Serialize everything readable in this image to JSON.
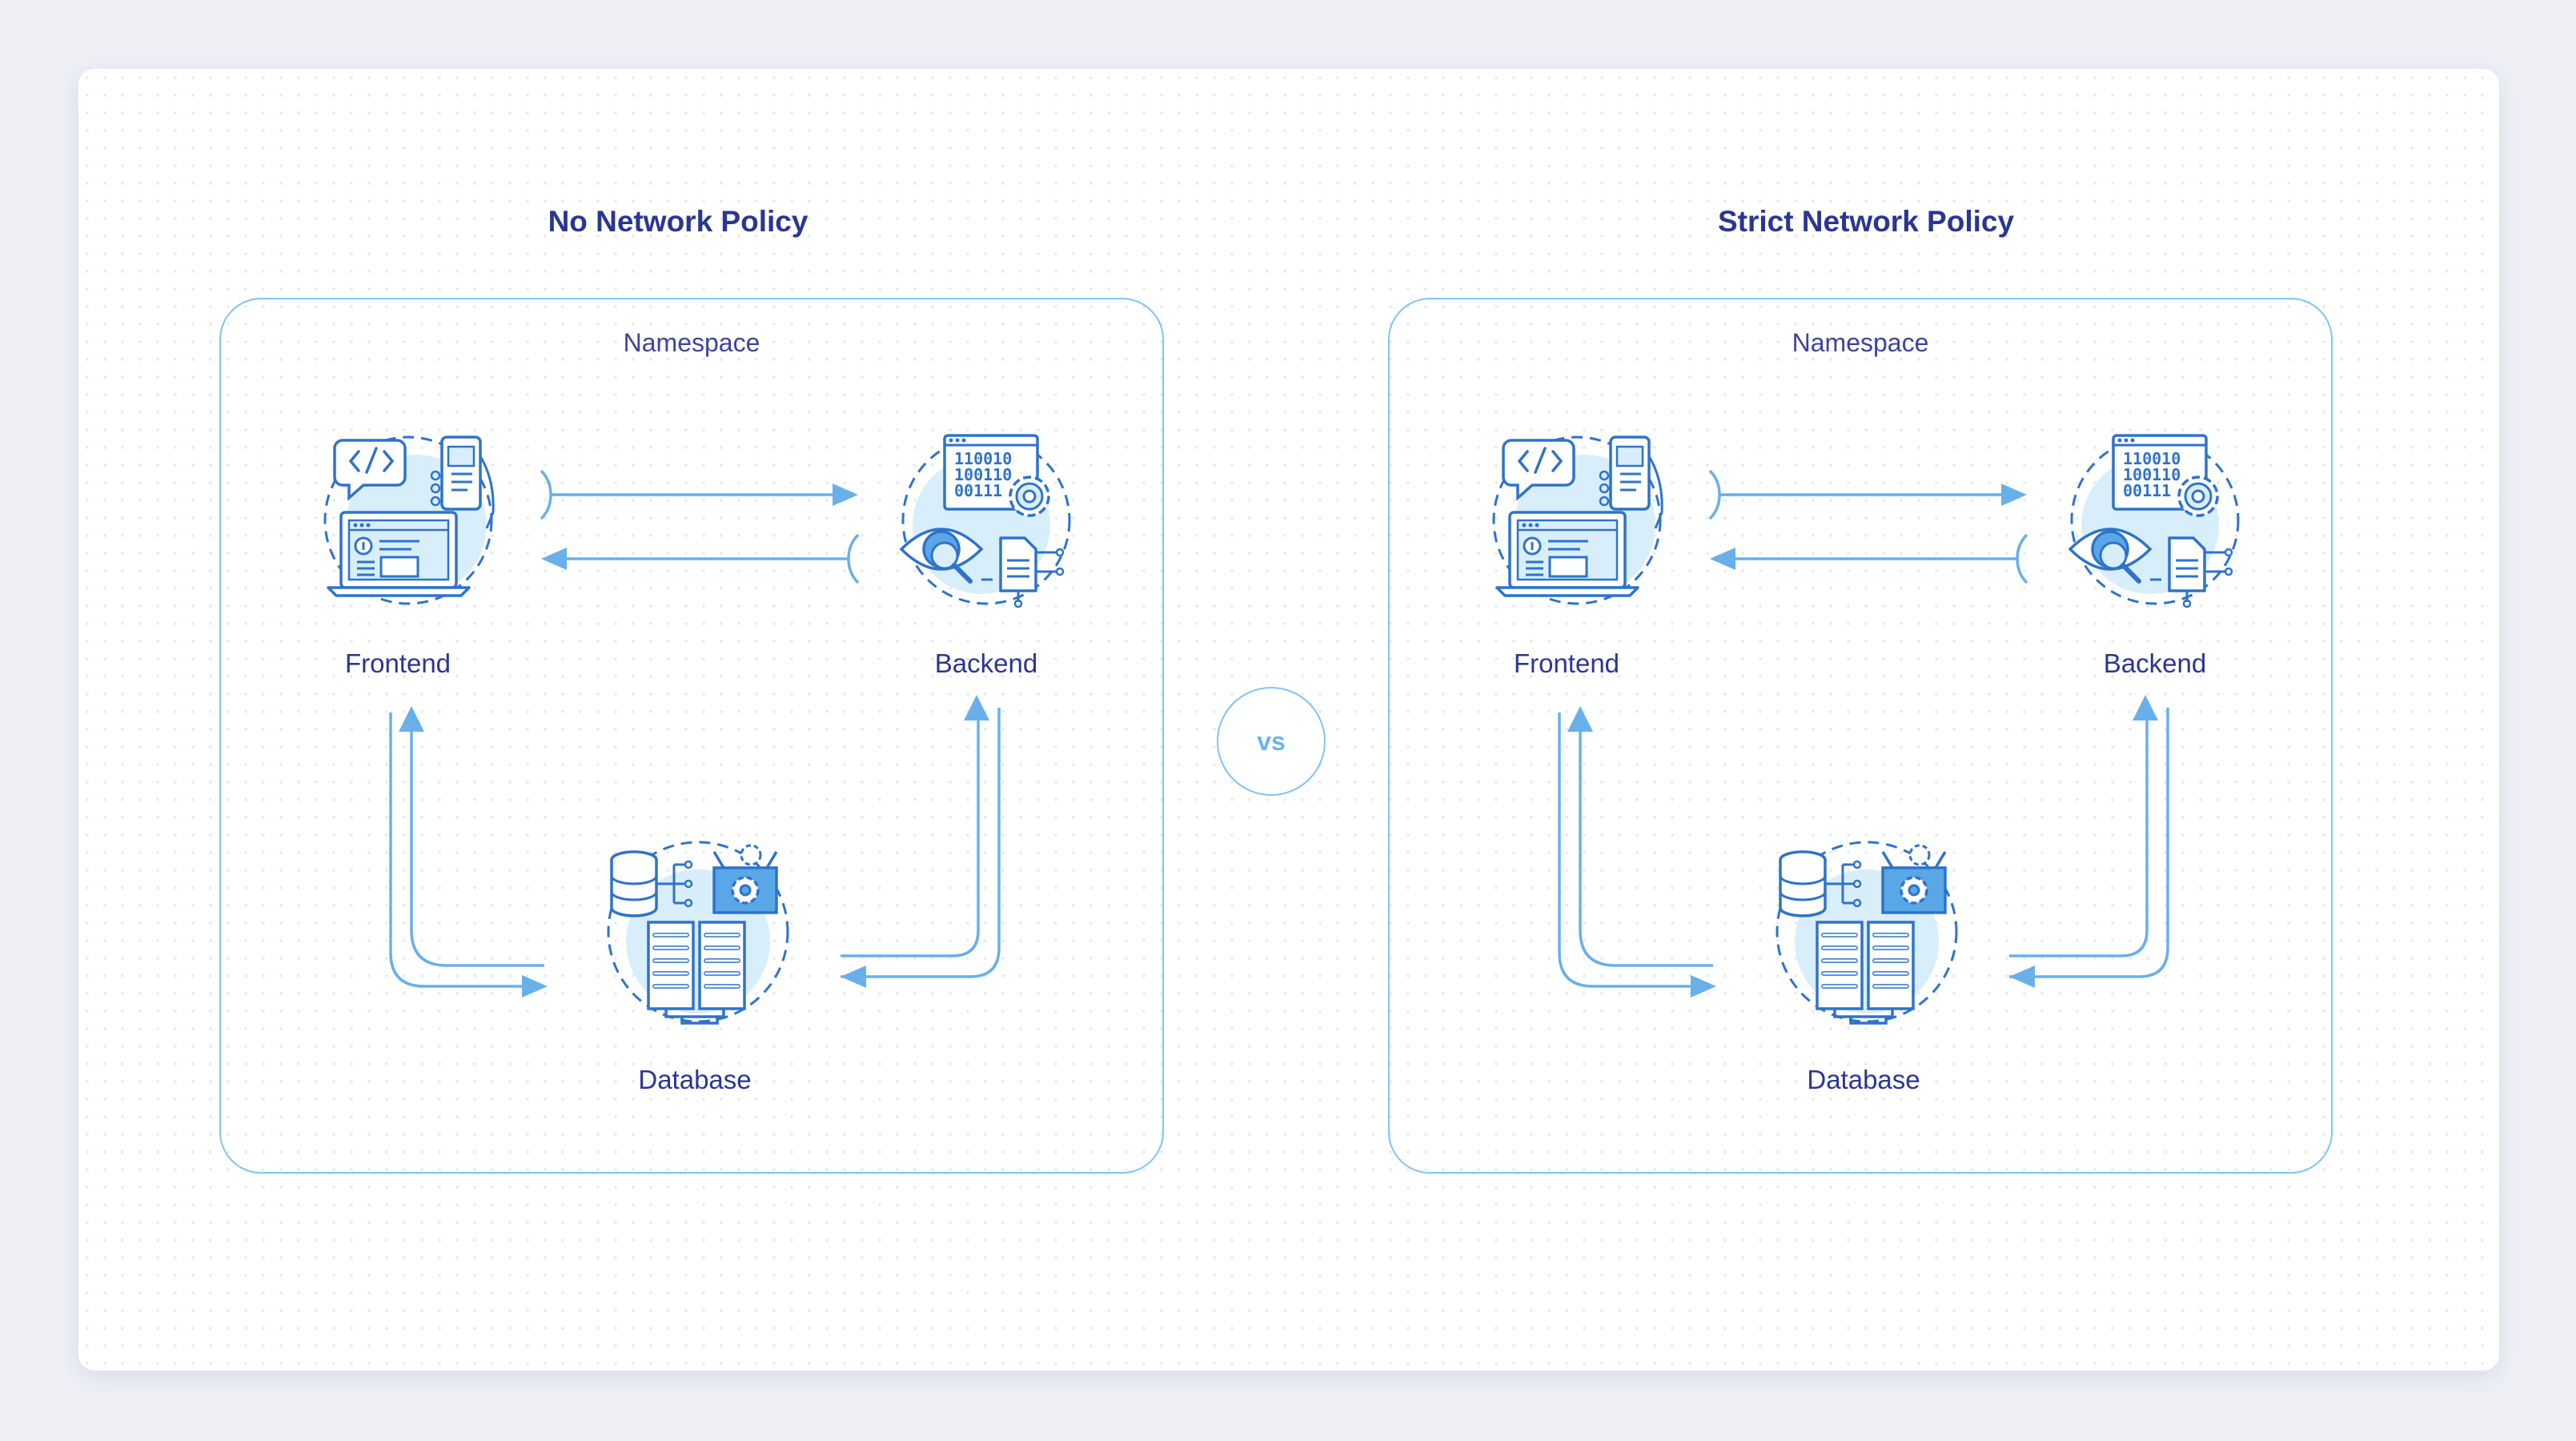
{
  "colors": {
    "title": "#2a3690",
    "arrow": "#68b0ea",
    "icon_stroke": "#2f73c9",
    "icon_fill": "#d9eefb",
    "border": "#82c3f2"
  },
  "vs_label": "vs",
  "panels": [
    {
      "title": "No Network Policy",
      "namespace_label": "Namespace",
      "nodes": {
        "frontend": "Frontend",
        "backend": "Backend",
        "database": "Database"
      }
    },
    {
      "title": "Strict Network Policy",
      "namespace_label": "Namespace",
      "nodes": {
        "frontend": "Frontend",
        "backend": "Backend",
        "database": "Database"
      }
    }
  ]
}
